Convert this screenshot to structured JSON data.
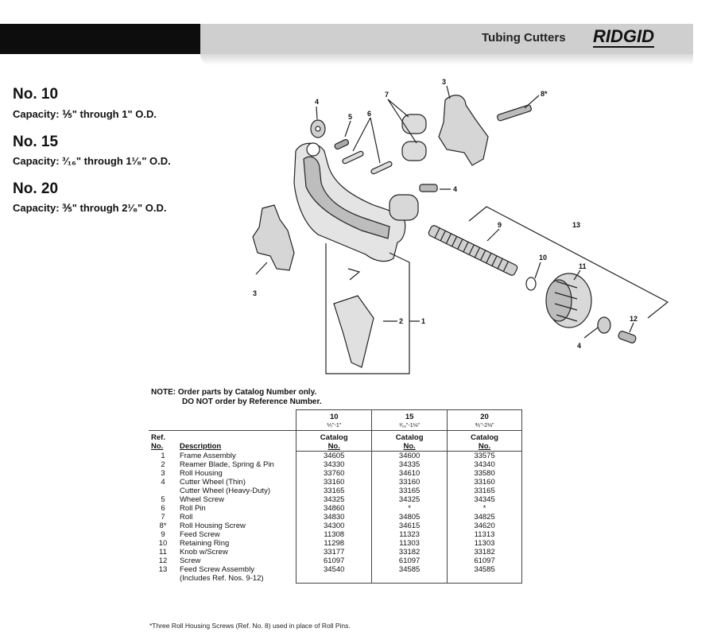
{
  "header": {
    "title": "Tubing Cutters",
    "logo_text": "RIDGID"
  },
  "models": [
    {
      "number": "No. 10",
      "capacity": "Capacity: ⅕\" through 1\" O.D."
    },
    {
      "number": "No. 15",
      "capacity": "Capacity: ³⁄₁₆\" through 1¹⁄₈\" O.D."
    },
    {
      "number": "No. 20",
      "capacity": "Capacity: ⅗\" through 2¹⁄₈\" O.D."
    }
  ],
  "diagram_labels": [
    "1",
    "2",
    "3",
    "3",
    "4",
    "4",
    "4",
    "5",
    "6",
    "7",
    "8*",
    "9",
    "10",
    "11",
    "12",
    "13"
  ],
  "note": {
    "line1": "NOTE: Order parts by Catalog Number only.",
    "line2": "DO NOT order by Reference Number."
  },
  "table": {
    "models": [
      {
        "name": "10",
        "range": "⅕\"-1\""
      },
      {
        "name": "15",
        "range": "³⁄₁₆\"-1⅛\""
      },
      {
        "name": "20",
        "range": "⅗\"-2⅛\""
      }
    ],
    "ref_header_1": "Ref.",
    "ref_header_2": "No.",
    "desc_header": "Description",
    "catalog_header_1": "Catalog",
    "catalog_header_2": "No.",
    "rows": [
      {
        "ref": "1",
        "desc": "Frame Assembly",
        "c10": "34605",
        "c15": "34600",
        "c20": "33575"
      },
      {
        "ref": "2",
        "desc": "Reamer Blade, Spring & Pin",
        "c10": "34330",
        "c15": "34335",
        "c20": "34340"
      },
      {
        "ref": "3",
        "desc": "Roll Housing",
        "c10": "33760",
        "c15": "34610",
        "c20": "33580"
      },
      {
        "ref": "4",
        "desc": "Cutter Wheel (Thin)",
        "c10": "33160",
        "c15": "33160",
        "c20": "33160"
      },
      {
        "ref": "",
        "desc": "Cutter Wheel (Heavy-Duty)",
        "c10": "33165",
        "c15": "33165",
        "c20": "33165"
      },
      {
        "ref": "5",
        "desc": "Wheel Screw",
        "c10": "34325",
        "c15": "34325",
        "c20": "34345"
      },
      {
        "ref": "6",
        "desc": "Roll Pin",
        "c10": "34860",
        "c15": "*",
        "c20": "*"
      },
      {
        "ref": "7",
        "desc": "Roll",
        "c10": "34830",
        "c15": "34805",
        "c20": "34825"
      },
      {
        "ref": "8*",
        "desc": "Roll Housing Screw",
        "c10": "34300",
        "c15": "34615",
        "c20": "34620"
      },
      {
        "ref": "9",
        "desc": "Feed Screw",
        "c10": "11308",
        "c15": "11323",
        "c20": "11313"
      },
      {
        "ref": "10",
        "desc": "Retaining Ring",
        "c10": "11298",
        "c15": "11303",
        "c20": "11303"
      },
      {
        "ref": "11",
        "desc": "Knob w/Screw",
        "c10": "33177",
        "c15": "33182",
        "c20": "33182"
      },
      {
        "ref": "12",
        "desc": "Screw",
        "c10": "61097",
        "c15": "61097",
        "c20": "61097"
      },
      {
        "ref": "13",
        "desc": "Feed Screw Assembly",
        "c10": "34540",
        "c15": "34585",
        "c20": "34585"
      },
      {
        "ref": "",
        "desc": "(Includes Ref. Nos. 9-12)",
        "c10": "",
        "c15": "",
        "c20": ""
      }
    ],
    "footnote": "*Three Roll Housing Screws (Ref. No. 8) used in place of Roll Pins."
  }
}
